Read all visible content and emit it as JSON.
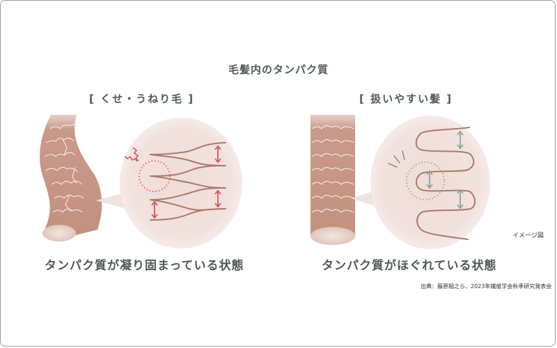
{
  "title": "毛髪内のタンパク質",
  "panels": [
    {
      "label": "[ くせ・うねり毛 ]",
      "caption": "タンパク質が凝り固まっている状態",
      "hair_shape": "wavy",
      "accent_color": "#d9555d"
    },
    {
      "label": "[ 扱いやすい髪 ]",
      "caption": "タンパク質がほぐれている状態",
      "hair_shape": "straight",
      "accent_color": "#8aa59d"
    }
  ],
  "image_note": "イメージ図",
  "source": "出典：藤原稲之ら、2023年繊維学会秋季研究発表会",
  "colors": {
    "hair": "#c89a88",
    "bubble": "#f3e4e0",
    "protein_line": "#a77b6b",
    "text": "#4f5a57"
  }
}
